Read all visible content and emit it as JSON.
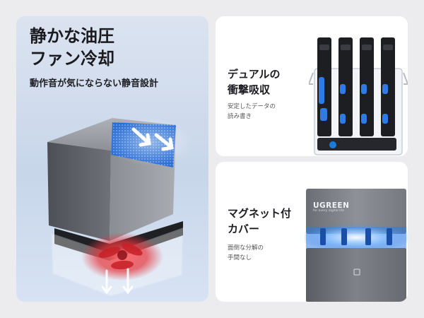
{
  "fan_panel": {
    "title_line1": "静かな油圧",
    "title_line2": "ファン冷却",
    "subtitle": "動作音が気にならない静音設計"
  },
  "dual_panel": {
    "title_line1": "デュアルの",
    "title_line2": "衝撃吸収",
    "caption_line1": "安定したデータの",
    "caption_line2": "読み書き"
  },
  "magnet_panel": {
    "title_line1": "マグネット付",
    "title_line2": "カバー",
    "caption_line1": "面倒な分解の",
    "caption_line2": "手間なし",
    "brand": "UGREEN",
    "brand_sub": "for every digital life"
  },
  "colors": {
    "accent_blue": "#2e7be6",
    "fan_red": "#e5333a",
    "enclosure_gray": "#7a7d84",
    "airflow_white": "#ffffff"
  }
}
